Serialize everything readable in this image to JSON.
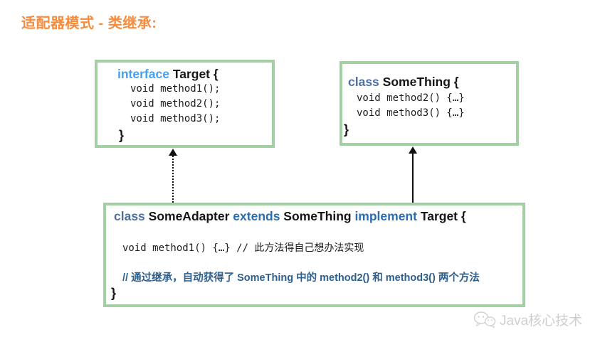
{
  "page": {
    "title": "适配器模式 - 类继承:",
    "title_color": "#f68c3e",
    "background": "#ffffff"
  },
  "colors": {
    "box_border_green": "#a3cfa3",
    "keyword_bright_blue": "#42a0f5",
    "keyword_steel_blue": "#4f6f9f",
    "keyword_mid_blue": "#2a6db0",
    "comment_blue": "#2d608f",
    "code_text": "#1c1c1c",
    "arrow_black": "#111111",
    "watermark_gray": "#cfcfcf"
  },
  "target_box": {
    "header": [
      {
        "text": "interface",
        "style": "keyword-bright-blue"
      },
      {
        "text": " Target {",
        "style": "plain-bold"
      }
    ],
    "lines": [
      "void method1();",
      "void method2();",
      "void method3();"
    ],
    "closing": "}"
  },
  "something_box": {
    "header": [
      {
        "text": "class",
        "style": "keyword-steel-blue"
      },
      {
        "text": " SomeThing {",
        "style": "plain-bold"
      }
    ],
    "lines": [
      "void method2() {…}",
      "void method3() {…}"
    ],
    "closing": "}"
  },
  "adapter_box": {
    "header": [
      {
        "text": "class ",
        "style": "keyword-steel-blue"
      },
      {
        "text": "SomeAdapter ",
        "style": "plain-bold"
      },
      {
        "text": "extends ",
        "style": "keyword-mid-blue"
      },
      {
        "text": "SomeThing ",
        "style": "plain-bold"
      },
      {
        "text": "implement ",
        "style": "keyword-mid-blue"
      },
      {
        "text": "Target {",
        "style": "plain-bold"
      }
    ],
    "code_line": "void method1() {…} // 此方法得自己想办法实现",
    "comment_line": "// 通过继承，自动获得了 SomeThing 中的 method2() 和 method3() 两个方法",
    "closing": "}"
  },
  "arrows": [
    {
      "name": "implements-arrow",
      "line_style": "dotted",
      "direction": "up",
      "from": "adapter_box",
      "to": "target_box"
    },
    {
      "name": "extends-arrow",
      "line_style": "solid",
      "direction": "up",
      "from": "adapter_box",
      "to": "something_box"
    }
  ],
  "watermark": {
    "icon": "wechat-icon",
    "text": "Java核心技术"
  }
}
